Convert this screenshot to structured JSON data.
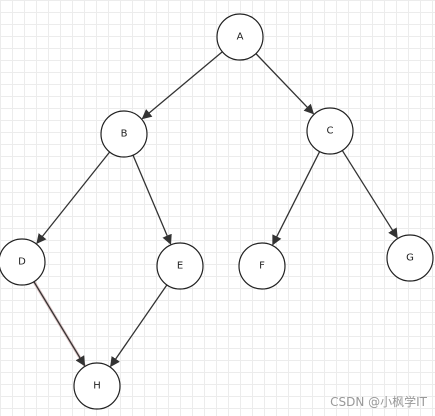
{
  "diagram": {
    "nodes": [
      {
        "id": "A",
        "label": "A"
      },
      {
        "id": "B",
        "label": "B"
      },
      {
        "id": "C",
        "label": "C"
      },
      {
        "id": "D",
        "label": "D"
      },
      {
        "id": "E",
        "label": "E"
      },
      {
        "id": "F",
        "label": "F"
      },
      {
        "id": "G",
        "label": "G"
      },
      {
        "id": "H",
        "label": "H"
      }
    ],
    "edges": [
      {
        "from": "A",
        "to": "B"
      },
      {
        "from": "A",
        "to": "C"
      },
      {
        "from": "B",
        "to": "D"
      },
      {
        "from": "B",
        "to": "E"
      },
      {
        "from": "C",
        "to": "F"
      },
      {
        "from": "C",
        "to": "G"
      },
      {
        "from": "D",
        "to": "H"
      },
      {
        "from": "E",
        "to": "H"
      }
    ]
  },
  "watermark": "CSDN @小枫学IT"
}
